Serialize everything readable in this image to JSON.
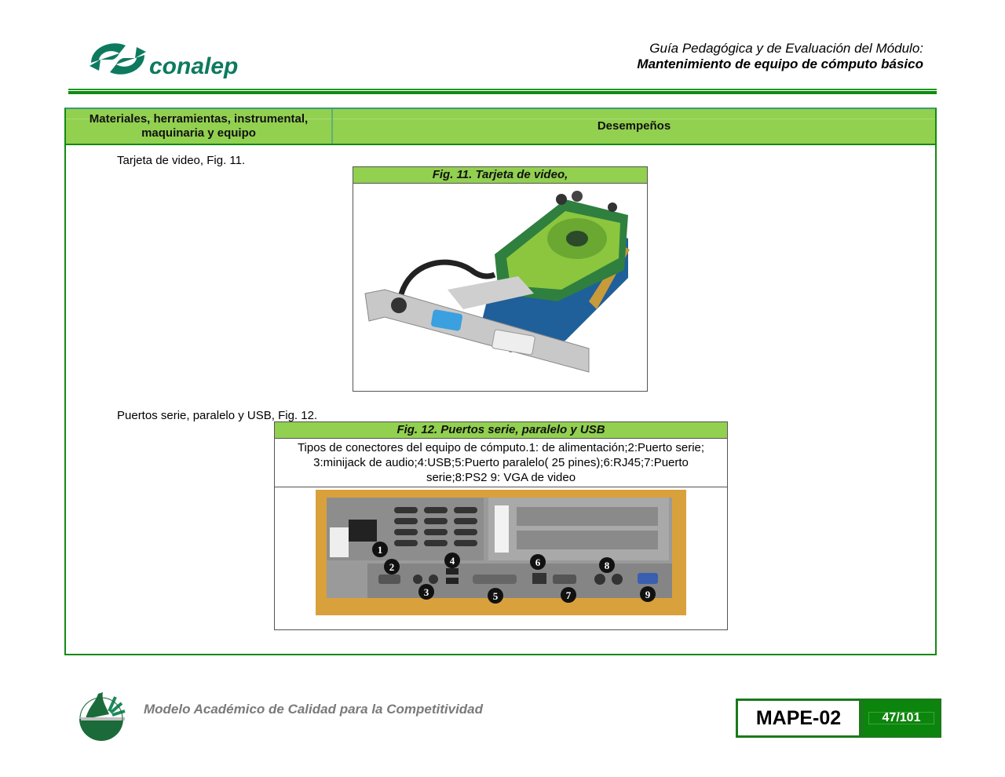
{
  "header": {
    "logo_text": "conalep",
    "title_line1": "Guía Pedagógica y de Evaluación del Módulo:",
    "title_line2": "Mantenimiento de equipo de cómputo básico"
  },
  "table": {
    "headers": [
      "Materiales, herramientas, instrumental, maquinaria y equipo",
      "Desempeños"
    ],
    "items": [
      {
        "label": "Tarjeta de video, Fig. 11.",
        "figure_caption": "Fig. 11. Tarjeta de video,",
        "image_alt": "Tarjeta de video"
      },
      {
        "label": "Puertos serie, paralelo y USB, Fig. 12.",
        "figure_caption": "Fig. 12.  Puertos serie, paralelo y USB",
        "figure_description": "Tipos de conectores del equipo de cómputo.1: de alimentación;2:Puerto serie; 3:minijack de audio;4:USB;5:Puerto paralelo( 25 pines);6:RJ45;7:Puerto serie;8:PS2 9: VGA de video",
        "image_alt": "Panel trasero con conectores numerados",
        "port_numbers": [
          "1",
          "2",
          "3",
          "4",
          "5",
          "6",
          "7",
          "8",
          "9"
        ]
      }
    ]
  },
  "footer": {
    "model_text": "Modelo Académico de Calidad para la Competitividad",
    "code": "MAPE-02",
    "page": "47/101"
  },
  "colors": {
    "brand_green": "#0d7a5f",
    "header_fill": "#92d050",
    "border_green": "#138a13",
    "page_box": "#0c850c"
  }
}
